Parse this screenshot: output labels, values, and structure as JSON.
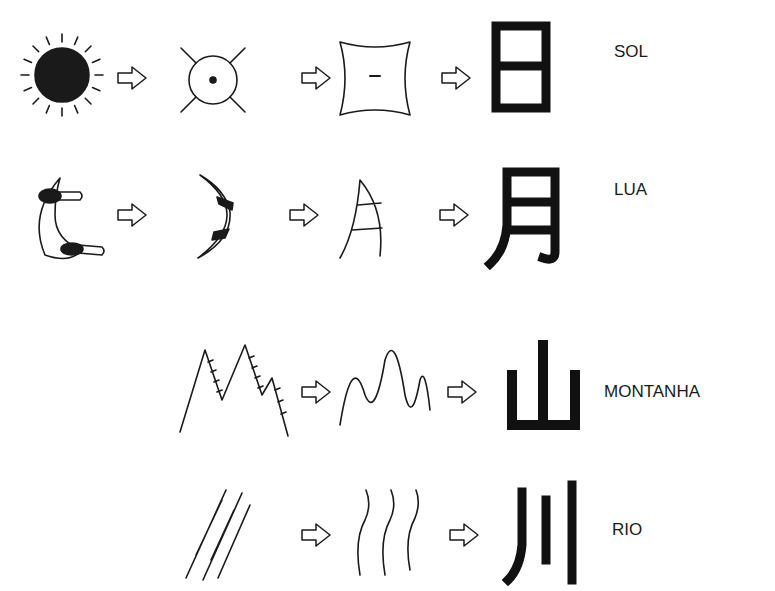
{
  "diagram": {
    "labels": [
      "SOL",
      "LUA",
      "MONTANHA",
      "RIO"
    ]
  }
}
